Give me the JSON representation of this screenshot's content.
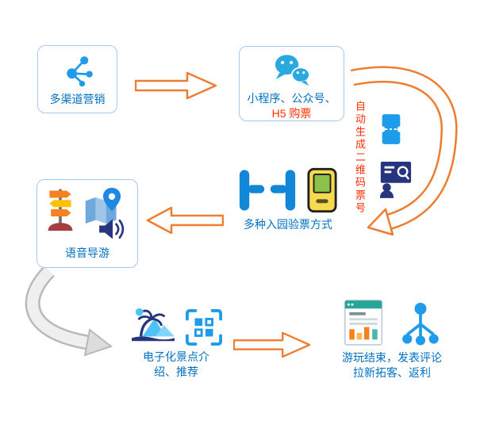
{
  "colors": {
    "label_blue": "#0070c0",
    "label_red": "#ff2d00",
    "arrow_orange": "#ed7d31",
    "box_border": "#a6c9ec",
    "icon_blue": "#1e9be9",
    "icon_navy": "#27357e"
  },
  "nodes": {
    "marketing": {
      "label": "多渠道营销",
      "icon": "network-icon"
    },
    "purchase": {
      "label_part1": "小程序、公众号、",
      "label_part2": "H5 购票",
      "icon": "wechat-icon"
    },
    "qr_generation": {
      "label": "自动生成二维码票号",
      "icons": [
        "ticket-icon",
        "inspection-icon"
      ]
    },
    "verification": {
      "label": "多种入园验票方式",
      "icons": [
        "gate-icon",
        "handheld-scanner-icon"
      ]
    },
    "audio_guide": {
      "label": "语音导游",
      "icons": [
        "signpost-icon",
        "map-pin-icon",
        "speaker-icon"
      ]
    },
    "e_guide": {
      "label": "电子化景点介绍、推荐",
      "icons": [
        "beach-icon",
        "qr-scan-icon"
      ]
    },
    "review": {
      "label_line1": "游玩结束，发表评论",
      "label_line2": "拉新拓客、返利",
      "icons": [
        "webpage-icon",
        "share-network-icon"
      ]
    }
  }
}
